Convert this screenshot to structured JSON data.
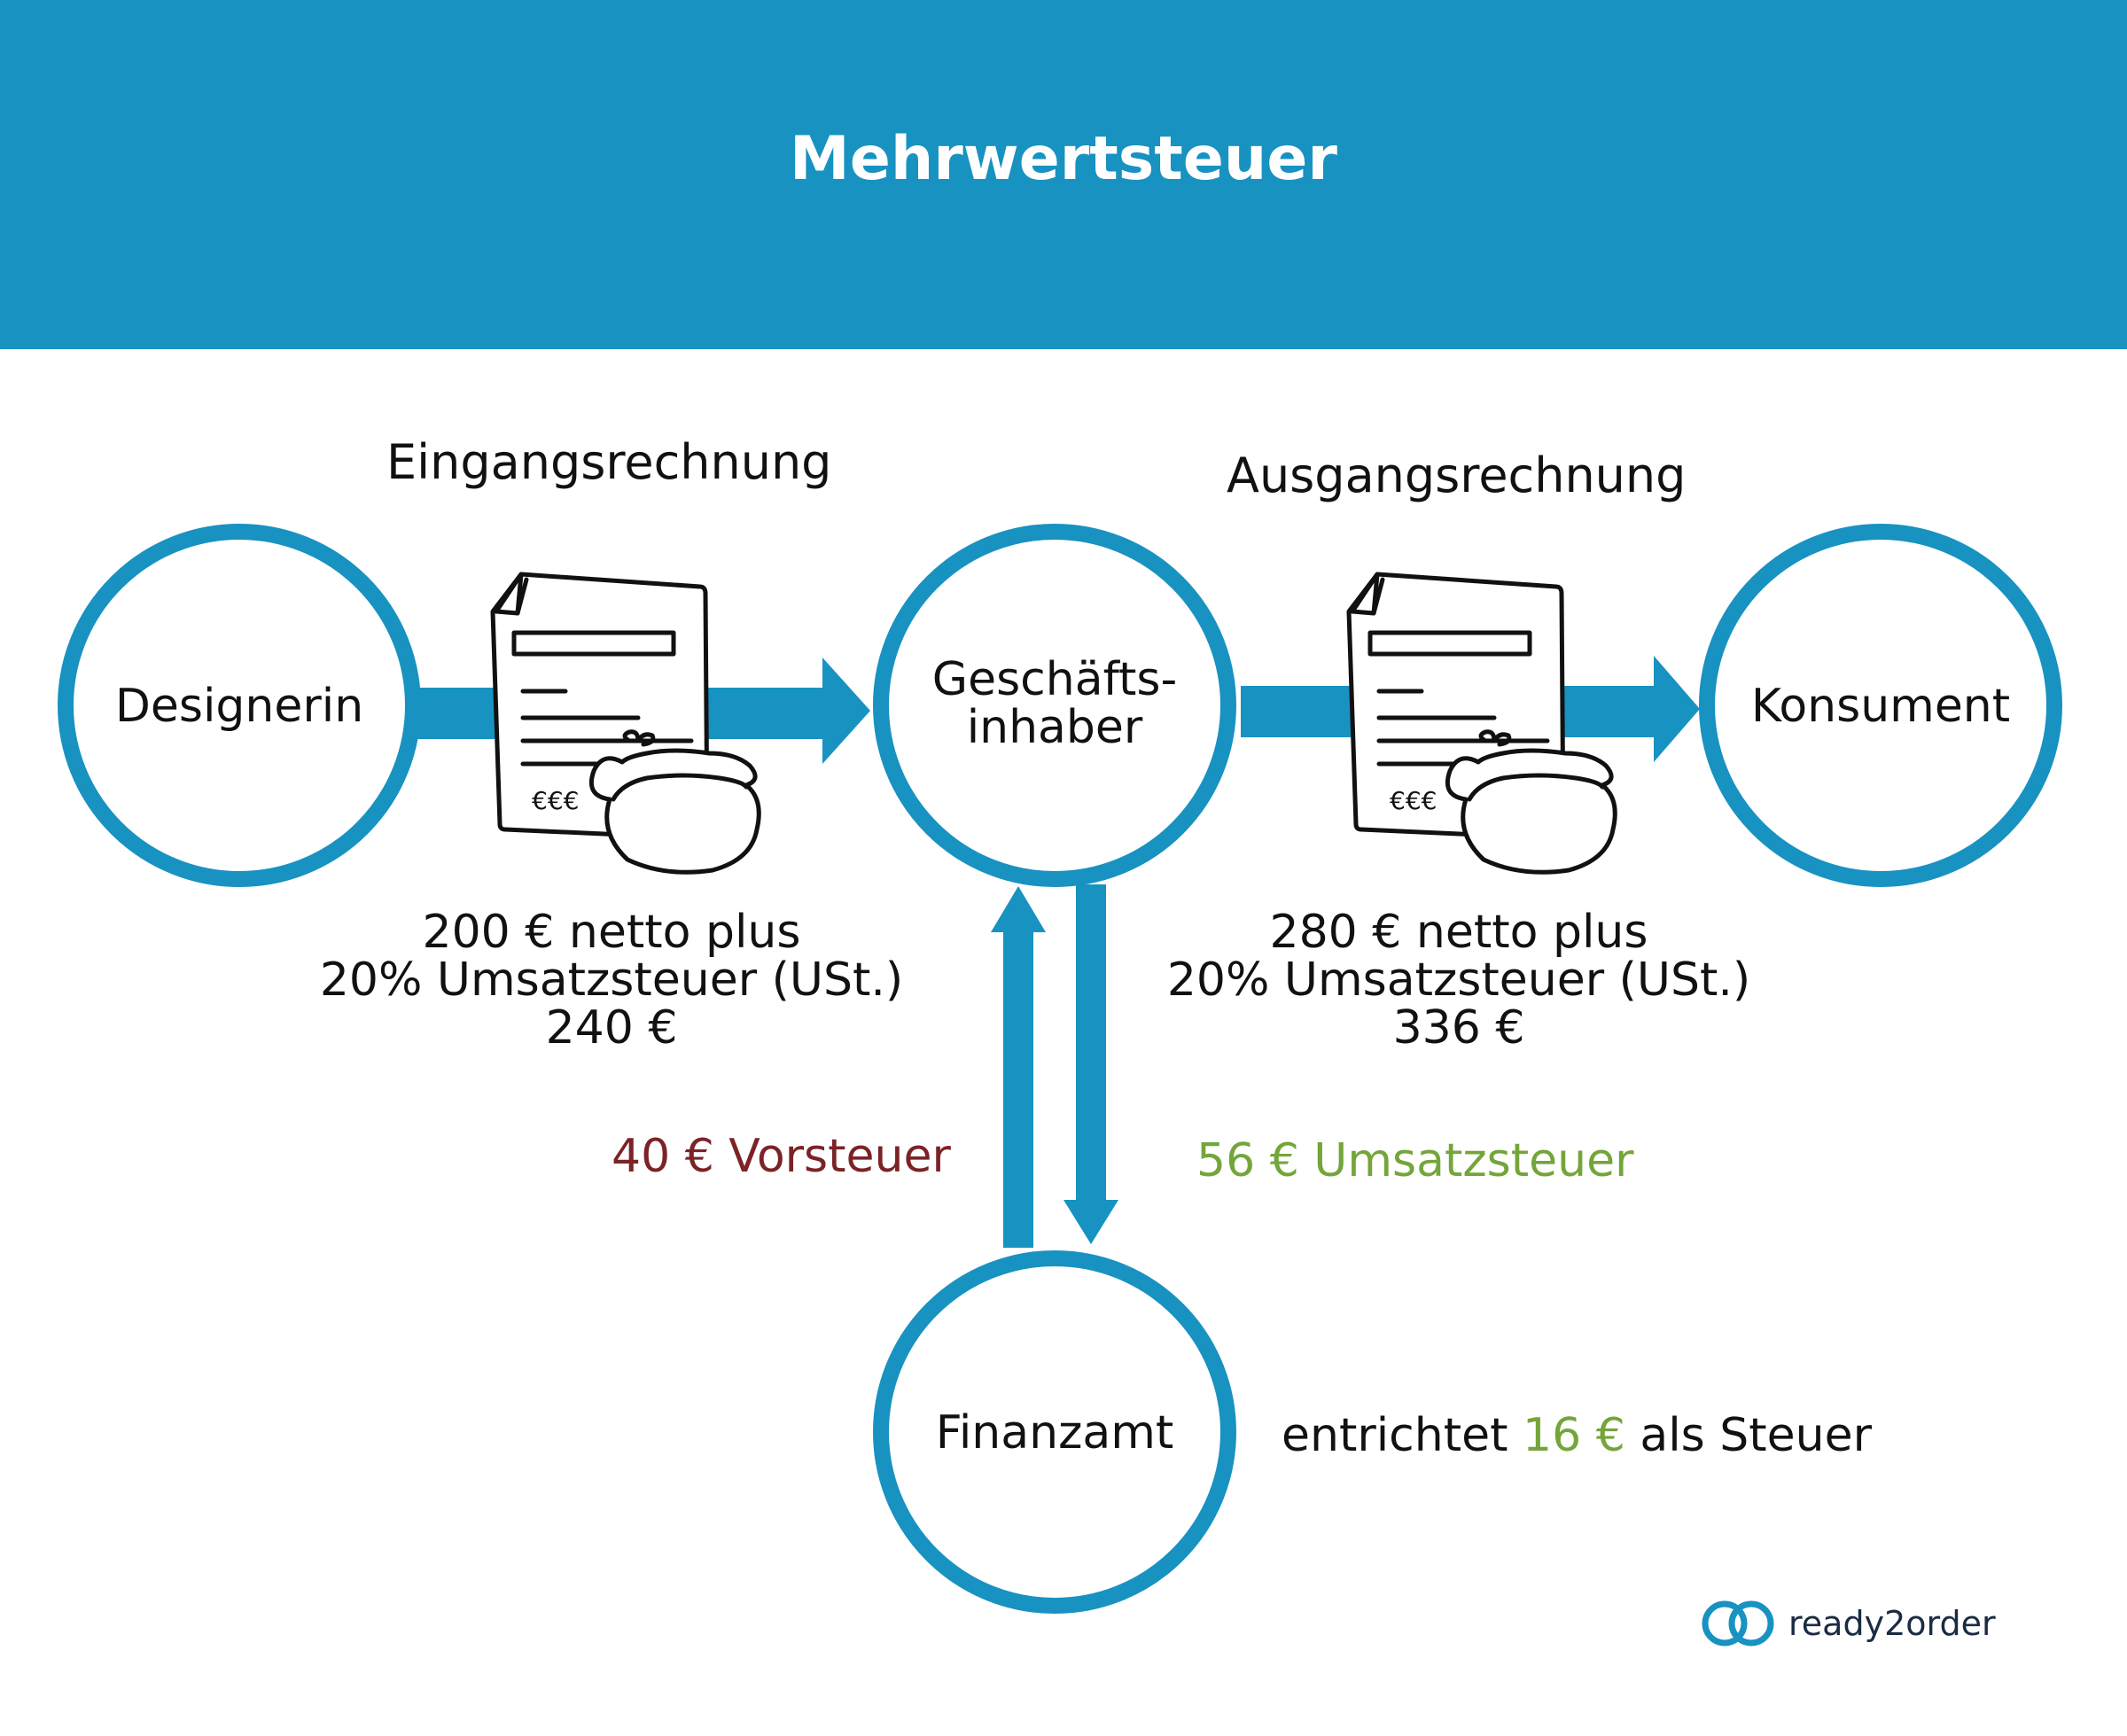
{
  "header": {
    "title": "Mehrwertsteuer"
  },
  "nodes": {
    "designerin": "Designerin",
    "geschaeftsinhaber_line1": "Geschäfts-",
    "geschaeftsinhaber_line2": "inhaber",
    "konsument": "Konsument",
    "finanzamt": "Finanzamt"
  },
  "labels": {
    "eingangsrechnung": "Eingangsrechnung",
    "ausgangsrechnung": "Ausgangsrechnung"
  },
  "invoice_in": {
    "line1": "200 € netto plus",
    "line2": "20% Umsatzsteuer (USt.)",
    "line3": "240 €",
    "invoice_text": "€€€"
  },
  "invoice_out": {
    "line1": "280 € netto plus",
    "line2": "20% Umsatzsteuer (USt.)",
    "line3": "336 €",
    "invoice_text": "€€€"
  },
  "tax": {
    "vorsteuer": "40 € Vorsteuer",
    "umsatzsteuer": "56 € Umsatzsteuer",
    "payment_prefix": "entrichtet",
    "payment_amount": "16 €",
    "payment_suffix": "als Steuer"
  },
  "logo": {
    "text": "ready2order"
  },
  "colors": {
    "primary_blue": "#1892c1",
    "vorsteuer_red": "#7b2326",
    "umsatzsteuer_green": "#74a53a",
    "text_dark": "#111111"
  }
}
